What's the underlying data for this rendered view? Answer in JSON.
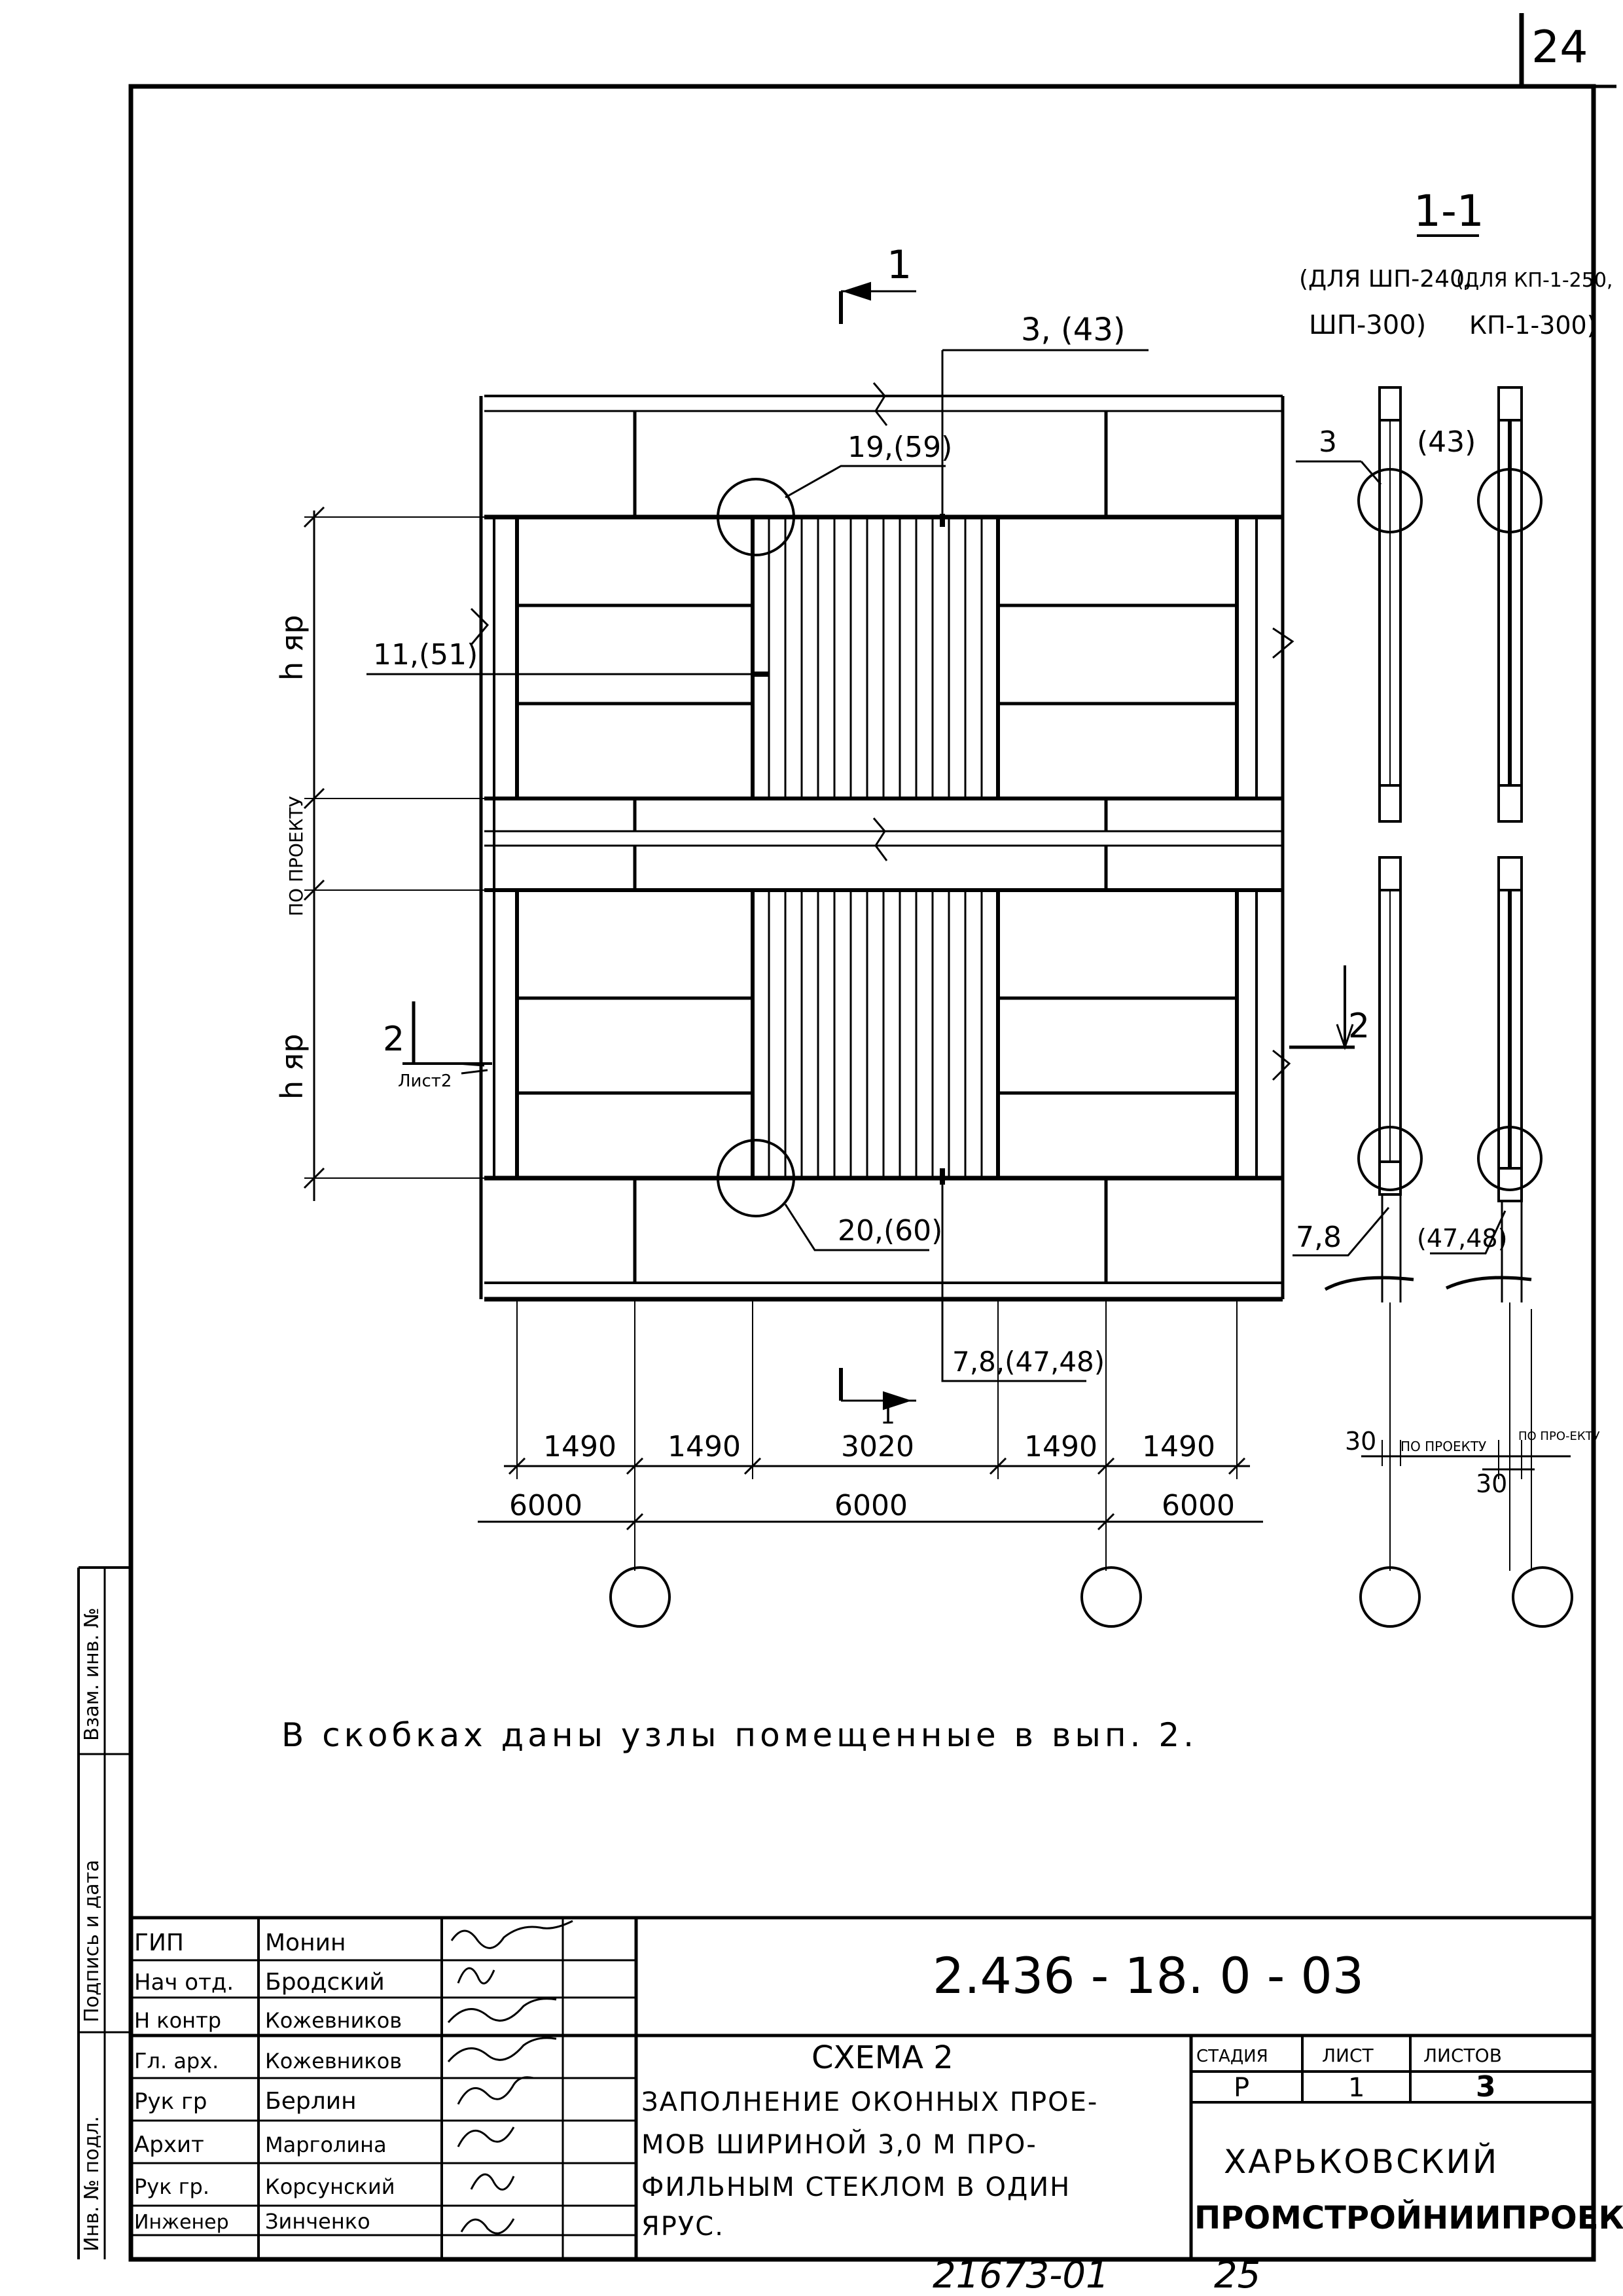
{
  "page_number": "24",
  "section": {
    "title": "1-1",
    "left_note": "(ДЛЯ ШП-240,",
    "left_note_2": "ШП-300)",
    "right_note": "(ДЛЯ КП-1-250,",
    "right_note_2": "КП-1-300)",
    "left_callout": "3",
    "right_callout": "(43)",
    "bottom_left_callout": "7,8",
    "bottom_right_callout": "(47,48)",
    "dim_30_top": "30",
    "dim_30_bottom": "30",
    "dim_po_proektu_1": "ПО ПРОЕКТУ",
    "dim_po_proektu_2": "ПО ПРО-ЕКТУ"
  },
  "elevation": {
    "cut_mark_top": "1",
    "cut_mark_bottom": "1",
    "callout_top": "3, (43)",
    "callout_node_top": "19,(59)",
    "callout_left": "11,(51)",
    "callout_node_bottom": "20,(60)",
    "callout_bottom": "7,8,(47,48)",
    "section_mark_left": "2",
    "section_mark_left_sheet": "Лист2",
    "section_mark_right": "2",
    "h_yar_top": "h яр",
    "h_yar_bottom": "h яр",
    "po_proektu": "ПО ПРОЕКТУ",
    "dims_row1": [
      "1490",
      "1490",
      "3020",
      "1490",
      "1490"
    ],
    "dims_row2": [
      "6000",
      "6000",
      "6000"
    ]
  },
  "note": "В скобках даны узлы помещенные в вып. 2.",
  "side_stamp": {
    "inv_podl": "Инв. № подл.",
    "podpis": "Подпись и дата",
    "vzam": "Взам. инв. №"
  },
  "title_block": {
    "roles": [
      {
        "role": "ГИП",
        "name": "Монин"
      },
      {
        "role": "Нач отд.",
        "name": "Бродский"
      },
      {
        "role": "Н контр",
        "name": "Кожевников"
      },
      {
        "role": "Гл. арх.",
        "name": "Кожевников"
      },
      {
        "role": "Рук гр",
        "name": "Берлин"
      },
      {
        "role": "Архит",
        "name": "Марголина"
      },
      {
        "role": "Рук гр.",
        "name": "Корсунский"
      },
      {
        "role": "Инженер",
        "name": "Зинченко"
      }
    ],
    "code": "2.436 - 18. 0 - 03",
    "scheme_title": "СХЕМА 2",
    "description": [
      "ЗАПОЛНЕНИЕ ОКОННЫХ ПРОЕ-",
      "МОВ ШИРИНОЙ 3,0 М ПРО-",
      "ФИЛЬНЫМ СТЕКЛОМ В ОДИН",
      "ЯРУС."
    ],
    "stadia_label": "СТАДИЯ",
    "list_label": "ЛИСТ",
    "listov_label": "ЛИСТОВ",
    "stadia": "Р",
    "list": "1",
    "listov": "3",
    "org_line1": "ХАРЬКОВСКИЙ",
    "org_line2": "ПРОМСТРОЙНИИПРОЕКТ"
  },
  "footer": {
    "inventory": "21673-01",
    "page": "25"
  }
}
